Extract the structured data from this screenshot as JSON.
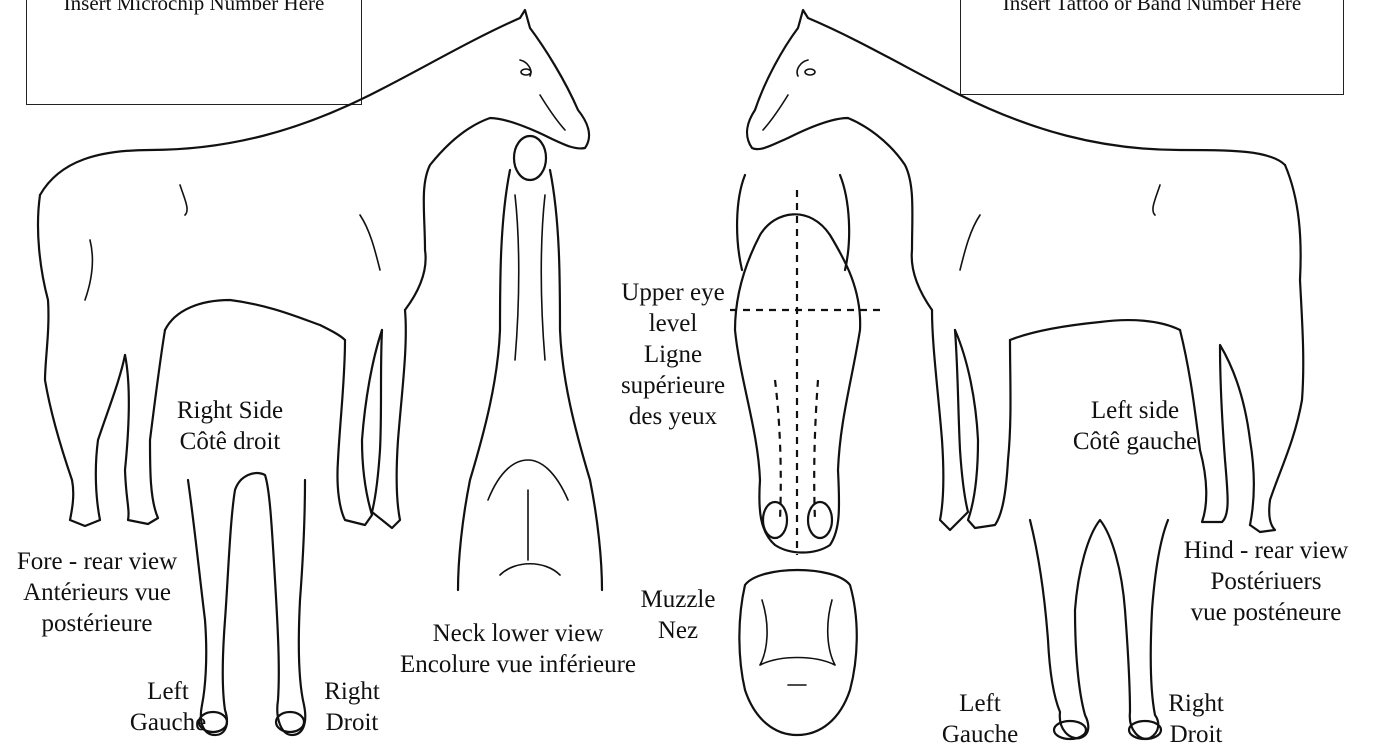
{
  "boxes": {
    "microchip": "Insert Microchip Number Here",
    "tattoo": "Insert Tattoo or Band Number Here"
  },
  "labels": {
    "right_side": [
      "Right Side",
      "Côtê droit"
    ],
    "left_side": [
      "Left side",
      "Côtê gauche"
    ],
    "fore_rear": [
      "Fore - rear view",
      "Antérieurs vue",
      "postérieure"
    ],
    "hind_rear": [
      "Hind - rear view",
      "Postériuers",
      "vue posténeure"
    ],
    "fore_left": [
      "Left",
      "Gauche"
    ],
    "fore_right": [
      "Right",
      "Droit"
    ],
    "hind_left": [
      "Left",
      "Gauche"
    ],
    "hind_right": [
      "Right",
      "Droit"
    ],
    "neck": [
      "Neck lower view",
      "Encolure vue inférieure"
    ],
    "eye_level": [
      "Upper eye",
      "level",
      "Ligne",
      "supérieure",
      "des yeux"
    ],
    "muzzle": [
      "Muzzle",
      "Nez"
    ]
  }
}
